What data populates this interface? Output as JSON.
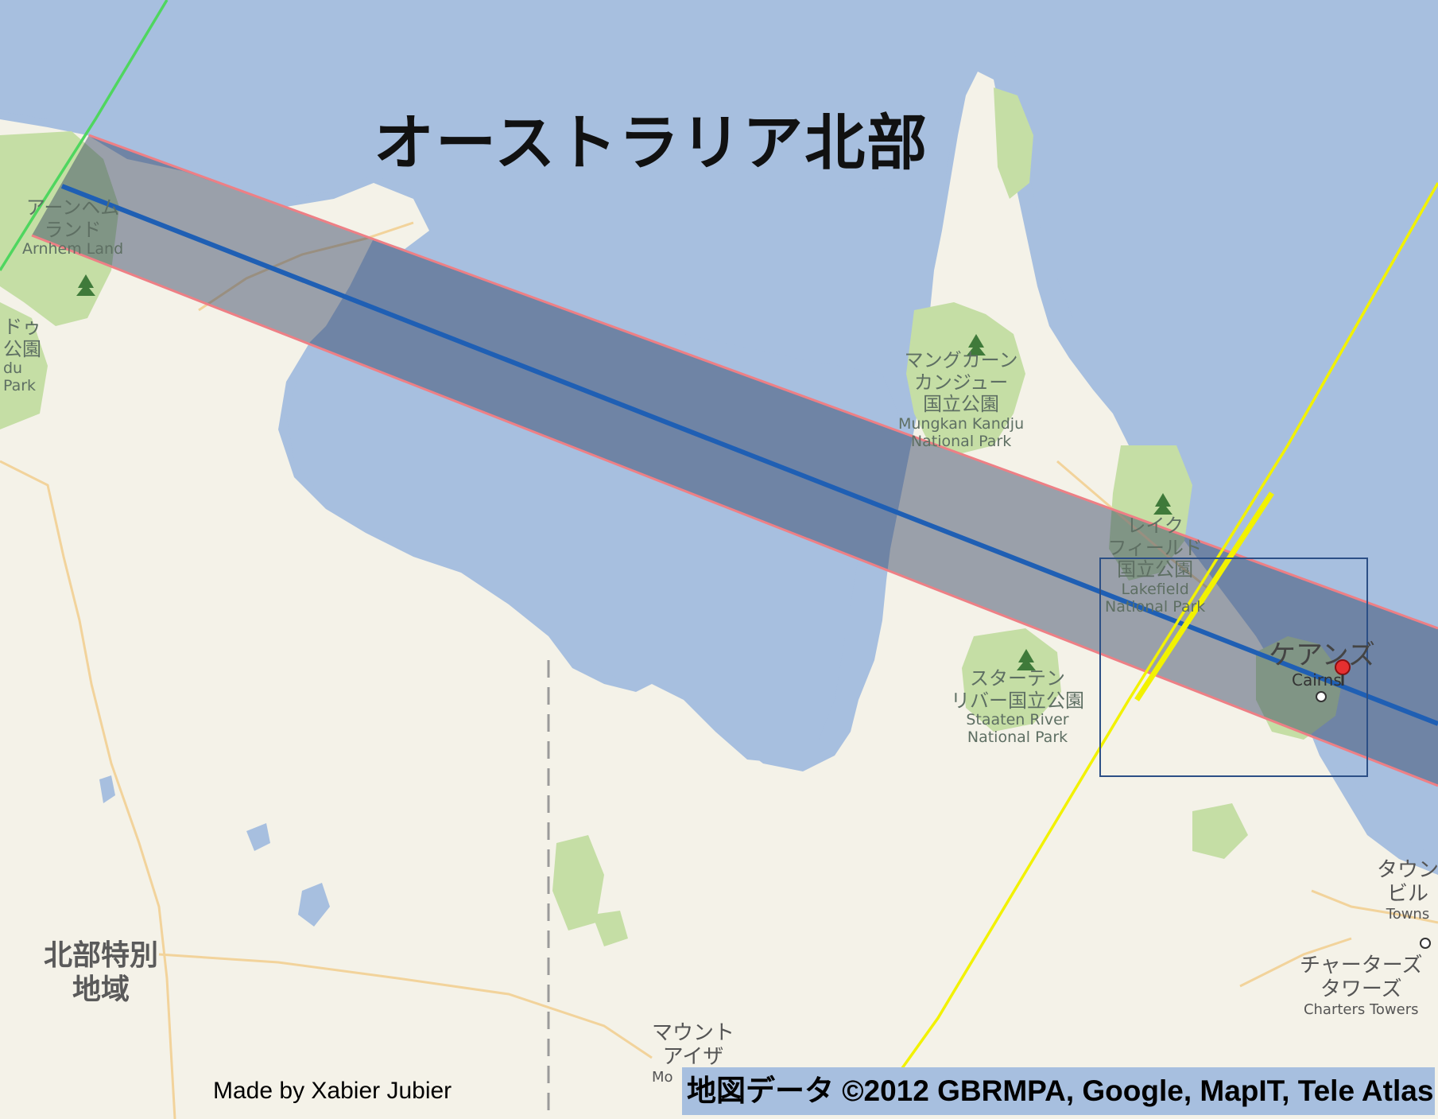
{
  "title": "オーストラリア北部",
  "credit": "Made by Xabier Jubier",
  "attribution": "地図データ ©2012 GBRMPA, Google, MapIT, Tele Atlas",
  "colors": {
    "sea": "#a7bfdf",
    "land": "#f4f2e8",
    "park": "#c5dea5",
    "shadow_band": "rgba(45,60,95,0.45)",
    "band_border": "#ee7f85",
    "central_line": "#1f5fb4",
    "yellow_line": "#f2f200",
    "green_line": "#4fd65f"
  },
  "labels": {
    "arnhem": {
      "jp": "アーンヘム\nランド",
      "en": "Arnhem Land"
    },
    "kakadu": {
      "jp": "ドゥ\n公園",
      "en": "du\nPark"
    },
    "mungkan": {
      "jp": "マングカーン\nカンジュー\n国立公園",
      "en": "Mungkan Kandju\nNational Park"
    },
    "lakefield": {
      "jp": "レイク\nフィールド\n国立公園",
      "en": "Lakefield\nNational Park"
    },
    "staaten": {
      "jp": "スターテン\nリバー国立公園",
      "en": "Staaten River\nNational Park"
    },
    "cairns": {
      "jp": "ケアンズ",
      "en": "Cairns"
    },
    "townsville": {
      "jp": "タウン\nビル",
      "en": "Towns"
    },
    "charters": {
      "jp": "チャーターズ\nタワーズ",
      "en": "Charters Towers"
    },
    "mount_isa": {
      "jp": "マウント\nアイザ",
      "en": "Mo"
    },
    "region": "北部特別\n地域"
  },
  "icons": [
    "tree-icon",
    "location-marker-icon"
  ]
}
